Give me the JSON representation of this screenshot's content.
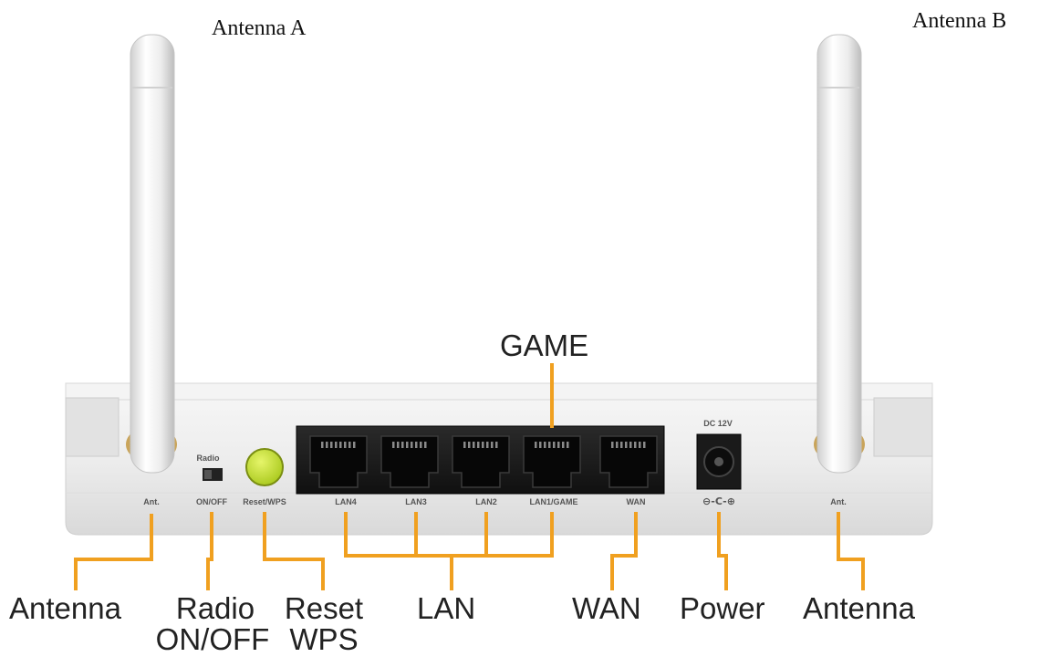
{
  "titles": {
    "antenna_a": "Antenna A",
    "antenna_b": "Antenna B"
  },
  "device_labels": {
    "ant_left": "Ant.",
    "radio": "Radio",
    "on_off": "ON/OFF",
    "reset_wps": "Reset/WPS",
    "lan4": "LAN4",
    "lan3": "LAN3",
    "lan2": "LAN2",
    "lan1_game": "LAN1/GAME",
    "wan": "WAN",
    "dc_12v": "DC 12V",
    "polarity": "⊖-C-⊕",
    "ant_right": "Ant."
  },
  "callouts": {
    "game": "GAME",
    "antenna_left": "Antenna",
    "radio_line1": "Radio",
    "radio_line2": "ON/OFF",
    "reset_line1": "Reset",
    "reset_line2": "WPS",
    "lan": "LAN",
    "wan": "WAN",
    "power": "Power",
    "antenna_right": "Antenna"
  },
  "colors": {
    "callout_line": "#f0a020",
    "reset_button": "#bada2a",
    "router_body": "#ececec",
    "port_panel": "#1c1c1c"
  }
}
